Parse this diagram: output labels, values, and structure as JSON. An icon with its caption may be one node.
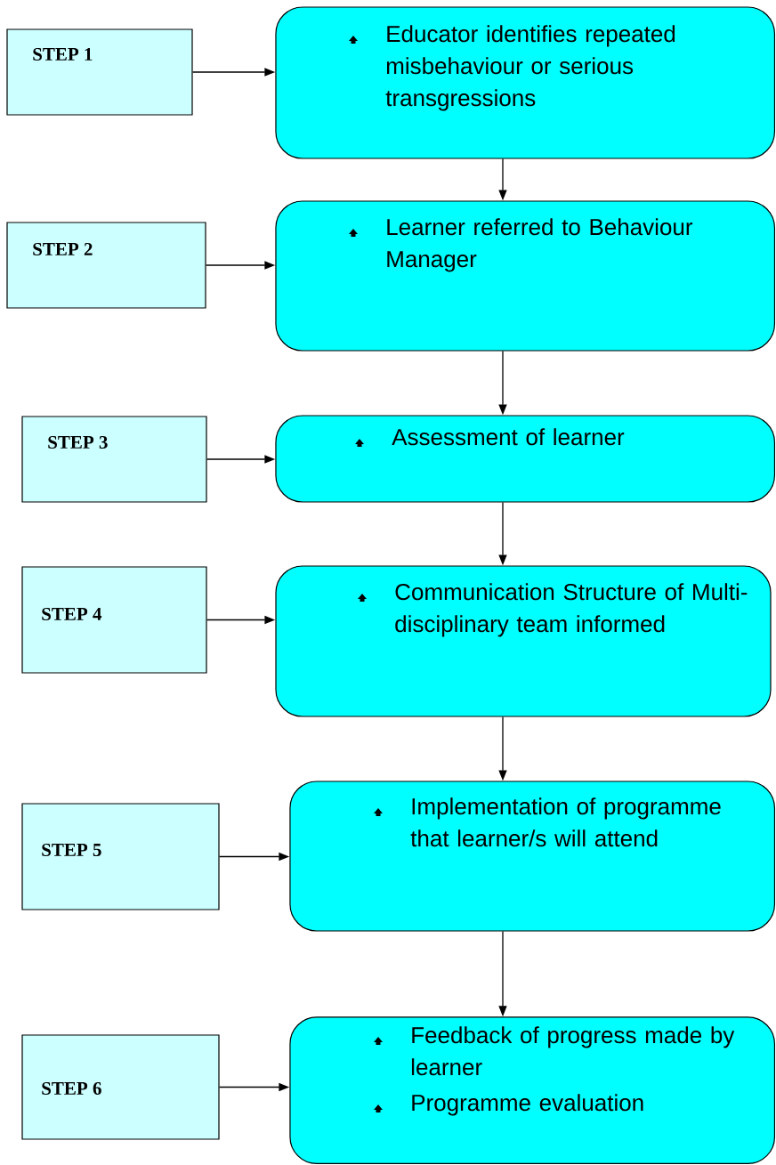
{
  "diagram": {
    "nodes": [
      {
        "text": [
          "STEP 1"
        ]
      },
      {
        "text": [
          "Educator identifies repeated misbehaviour or serious transgressions"
        ]
      },
      {
        "text": [
          "STEP 2"
        ]
      },
      {
        "text": [
          "Learner referred to Behaviour Manager"
        ]
      },
      {
        "text": [
          "STEP 3"
        ]
      },
      {
        "text": [
          "Assessment of learner"
        ]
      },
      {
        "text": [
          "STEP 4"
        ]
      },
      {
        "text": [
          "Communication Structure of Multi-disciplinary team informed"
        ]
      },
      {
        "text": [
          "STEP 5"
        ]
      },
      {
        "text": [
          "Implementation of programme that learner/s will attend"
        ]
      },
      {
        "text": [
          "STEP 6"
        ]
      },
      {
        "text": [
          "Feedback of progress made by learner",
          "Programme evaluation"
        ]
      }
    ],
    "edges": [
      {
        "from": 0,
        "to": 1,
        "arrow": "to"
      },
      {
        "from": 1,
        "to": 3,
        "arrow": "to"
      },
      {
        "from": 2,
        "to": 3,
        "arrow": "to"
      },
      {
        "from": 3,
        "to": 5,
        "arrow": "to"
      },
      {
        "from": 4,
        "to": 5,
        "arrow": "to"
      },
      {
        "from": 5,
        "to": 7,
        "arrow": "to"
      },
      {
        "from": 6,
        "to": 7,
        "arrow": "to"
      },
      {
        "from": 7,
        "to": 9,
        "arrow": "to"
      },
      {
        "from": 8,
        "to": 9,
        "arrow": "to"
      },
      {
        "from": 9,
        "to": 11,
        "arrow": "to"
      },
      {
        "from": 10,
        "to": 11,
        "arrow": "to"
      }
    ]
  }
}
